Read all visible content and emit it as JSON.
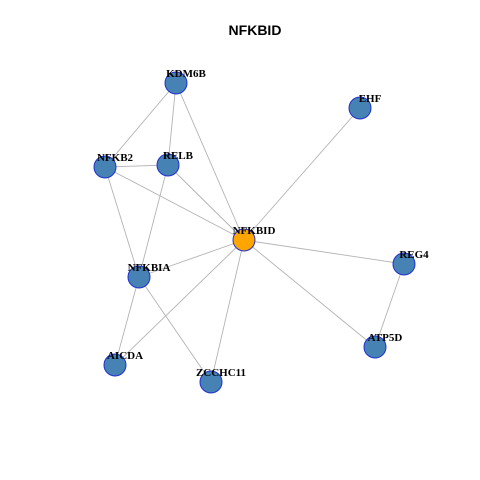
{
  "title": "NFKBID",
  "colors": {
    "node_fill": "#4682b4",
    "center_fill": "#ffa500",
    "node_stroke": "#1f2fd0",
    "edge": "#b3b3b3"
  },
  "nodes": [
    {
      "id": "NFKBID",
      "label": "NFKBID",
      "center": true
    },
    {
      "id": "KDM6B",
      "label": "KDM6B"
    },
    {
      "id": "EHF",
      "label": "EHF"
    },
    {
      "id": "NFKB2",
      "label": "NFKB2"
    },
    {
      "id": "RELB",
      "label": "RELB"
    },
    {
      "id": "NFKBIA",
      "label": "NFKBIA"
    },
    {
      "id": "REG4",
      "label": "REG4"
    },
    {
      "id": "ATP5D",
      "label": "ATP5D"
    },
    {
      "id": "AICDA",
      "label": "AICDA"
    },
    {
      "id": "ZCCHC11",
      "label": "ZCCHC11"
    }
  ],
  "edges": [
    [
      "KDM6B",
      "NFKB2"
    ],
    [
      "KDM6B",
      "RELB"
    ],
    [
      "KDM6B",
      "NFKBID"
    ],
    [
      "NFKB2",
      "RELB"
    ],
    [
      "NFKB2",
      "NFKBID"
    ],
    [
      "NFKB2",
      "NFKBIA"
    ],
    [
      "RELB",
      "NFKBID"
    ],
    [
      "RELB",
      "NFKBIA"
    ],
    [
      "EHF",
      "NFKBID"
    ],
    [
      "NFKBID",
      "NFKBIA"
    ],
    [
      "NFKBID",
      "REG4"
    ],
    [
      "NFKBID",
      "ATP5D"
    ],
    [
      "NFKBID",
      "AICDA"
    ],
    [
      "NFKBID",
      "ZCCHC11"
    ],
    [
      "NFKBIA",
      "AICDA"
    ],
    [
      "NFKBIA",
      "ZCCHC11"
    ],
    [
      "REG4",
      "ATP5D"
    ]
  ]
}
